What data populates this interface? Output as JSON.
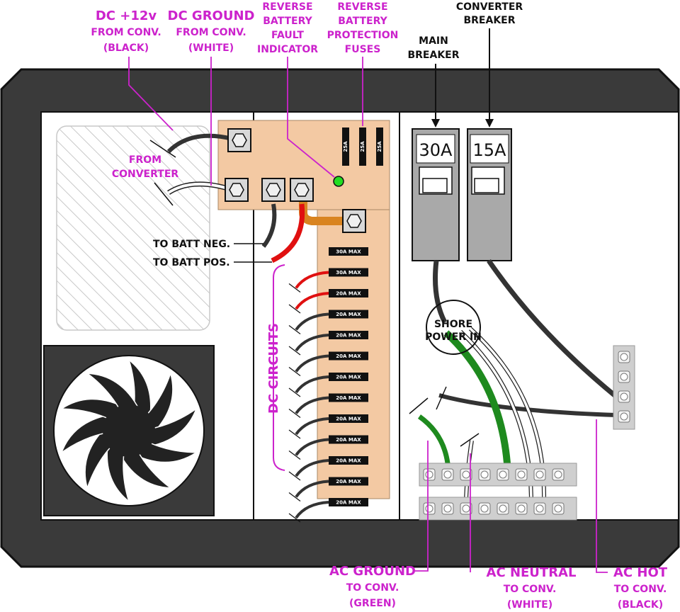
{
  "labels": {
    "dc_plus": [
      "DC +12v",
      "FROM CONV.",
      "(BLACK)"
    ],
    "dc_ground": [
      "DC GROUND",
      "FROM CONV.",
      "(WHITE)"
    ],
    "rev_indicator": [
      "REVERSE",
      "BATTERY",
      "FAULT",
      "INDICATOR"
    ],
    "rev_fuses": [
      "REVERSE",
      "BATTERY",
      "PROTECTION",
      "FUSES"
    ],
    "converter_breaker": [
      "CONVERTER",
      "BREAKER"
    ],
    "main_breaker": [
      "MAIN",
      "BREAKER"
    ],
    "from_converter": [
      "FROM",
      "CONVERTER"
    ],
    "batt_neg": "TO BATT NEG.",
    "batt_pos": "TO BATT POS.",
    "dc_circuits": "DC CIRCUITS",
    "shore_power": [
      "SHORE",
      "POWER IN"
    ],
    "ac_ground": [
      "AC GROUND",
      "TO CONV.",
      "(GREEN)"
    ],
    "ac_neutral": [
      "AC NEUTRAL",
      "TO CONV.",
      "(WHITE)"
    ],
    "ac_hot": [
      "AC HOT",
      "TO CONV.",
      "(BLACK)"
    ]
  },
  "breakers": {
    "main": "30A",
    "converter": "15A"
  },
  "top_fuses": [
    "25A",
    "25A",
    "25A"
  ],
  "dc_fuses": [
    "30A MAX",
    "30A MAX",
    "20A MAX",
    "20A MAX",
    "20A MAX",
    "20A MAX",
    "20A MAX",
    "20A MAX",
    "20A MAX",
    "20A MAX",
    "20A MAX",
    "20A MAX",
    "20A MAX"
  ],
  "colors": {
    "label": "#cc22cc",
    "frame": "#3a3a3a",
    "fuse_panel": "#f3c9a3",
    "breaker": "#a9a9a9",
    "green_wire": "#1e8a1e",
    "red_wire": "#e01010",
    "indicator": "#22dd22"
  }
}
